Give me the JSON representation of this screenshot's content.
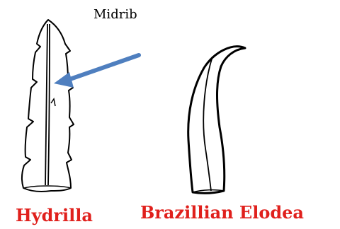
{
  "labels": {
    "midrib": "Midrib",
    "hydrilla": "Hydrilla",
    "elodea": "Brazillian Elodea"
  },
  "colors": {
    "outline": "#000000",
    "arrow": "#4f7fbf",
    "name_text": "#e0201c"
  }
}
